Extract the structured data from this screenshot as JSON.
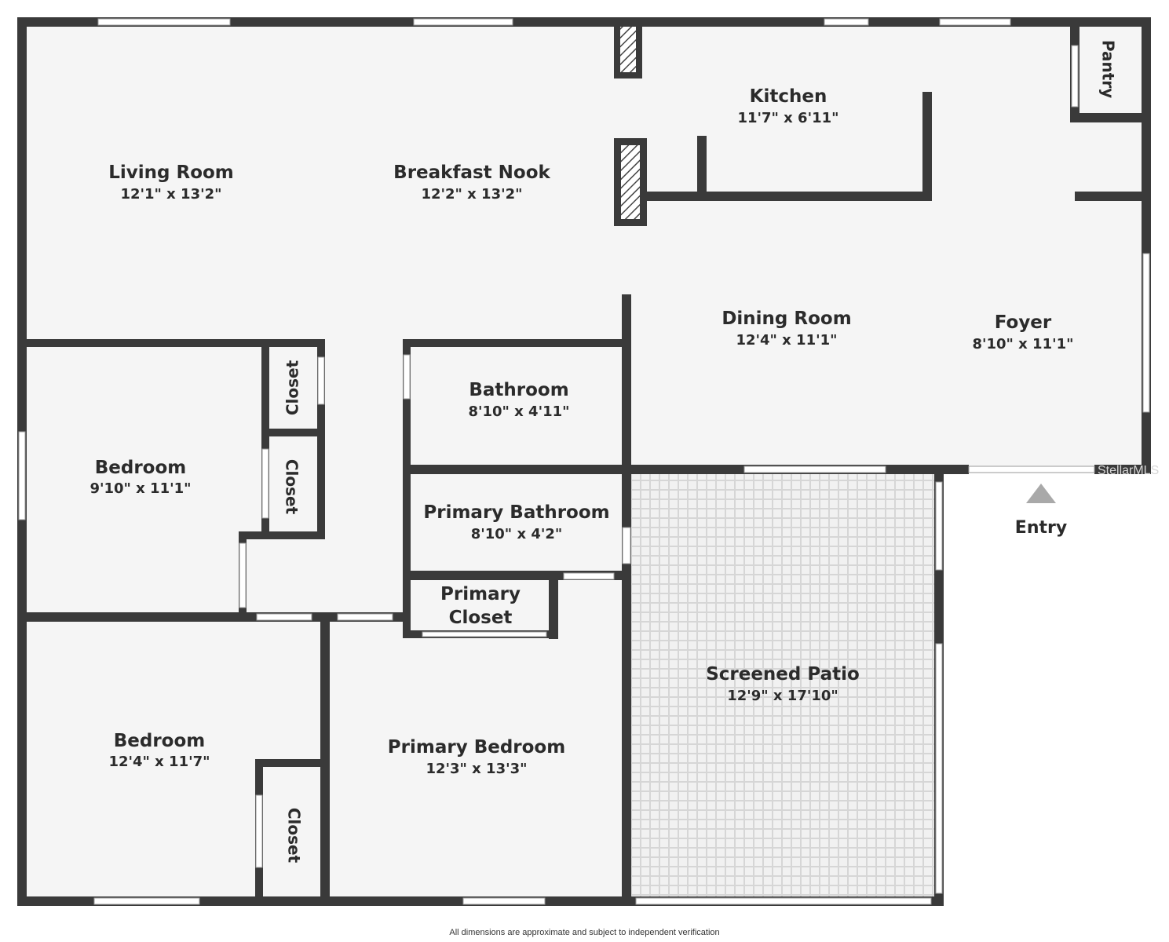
{
  "colors": {
    "wall": "#3a3a3a",
    "floor": "#f5f5f5",
    "window": "#ffffff",
    "patio_tile": "#dcdcdc",
    "entry_arrow": "#a9a9a9"
  },
  "rooms": {
    "living_room": {
      "name": "Living Room",
      "dims": "12'1\" x 13'2\""
    },
    "breakfast_nook": {
      "name": "Breakfast Nook",
      "dims": "12'2\" x 13'2\""
    },
    "kitchen": {
      "name": "Kitchen",
      "dims": "11'7\" x 6'11\""
    },
    "pantry": {
      "name": "Pantry"
    },
    "dining_room": {
      "name": "Dining Room",
      "dims": "12'4\" x 11'1\""
    },
    "foyer": {
      "name": "Foyer",
      "dims": "8'10\" x 11'1\""
    },
    "bathroom": {
      "name": "Bathroom",
      "dims": "8'10\" x 4'11\""
    },
    "primary_bathroom": {
      "name": "Primary Bathroom",
      "dims": "8'10\" x 4'2\""
    },
    "primary_closet": {
      "line1": "Primary",
      "line2": "Closet"
    },
    "bedroom_1": {
      "name": "Bedroom",
      "dims": "9'10\" x 11'1\""
    },
    "closet_upper": {
      "name": "Closet"
    },
    "closet_lower": {
      "name": "Closet"
    },
    "bedroom_2": {
      "name": "Bedroom",
      "dims": "12'4\" x 11'7\""
    },
    "closet_bedroom2": {
      "name": "Closet"
    },
    "primary_bedroom": {
      "name": "Primary Bedroom",
      "dims": "12'3\" x 13'3\""
    },
    "screened_patio": {
      "name": "Screened Patio",
      "dims": "12'9\" x 17'10\""
    }
  },
  "entry": {
    "label": "Entry"
  },
  "watermark": "StellarMLS",
  "footer": "All dimensions are approximate and subject to independent verification"
}
